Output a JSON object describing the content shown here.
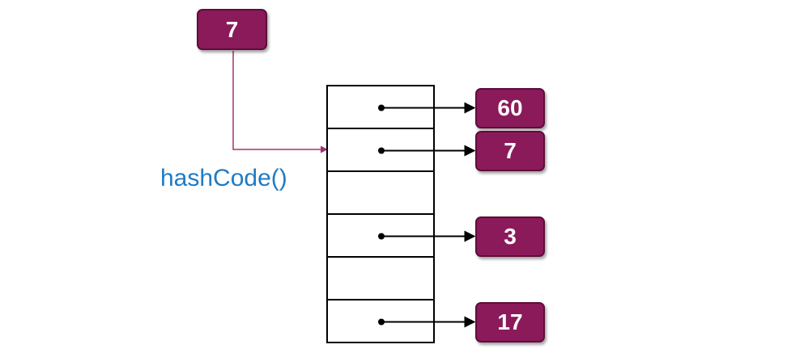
{
  "input_key": {
    "value": "7"
  },
  "hash_label": "hashCode()",
  "buckets": [
    {
      "value": "60"
    },
    {
      "value": "7"
    },
    {
      "value": null
    },
    {
      "value": "3"
    },
    {
      "value": null
    },
    {
      "value": "17"
    }
  ],
  "colors": {
    "box_fill": "#8b1a5a",
    "box_border": "#5e0d3b",
    "connector": "#a0336e",
    "label": "#1f7bc4",
    "table_line": "#000000"
  }
}
